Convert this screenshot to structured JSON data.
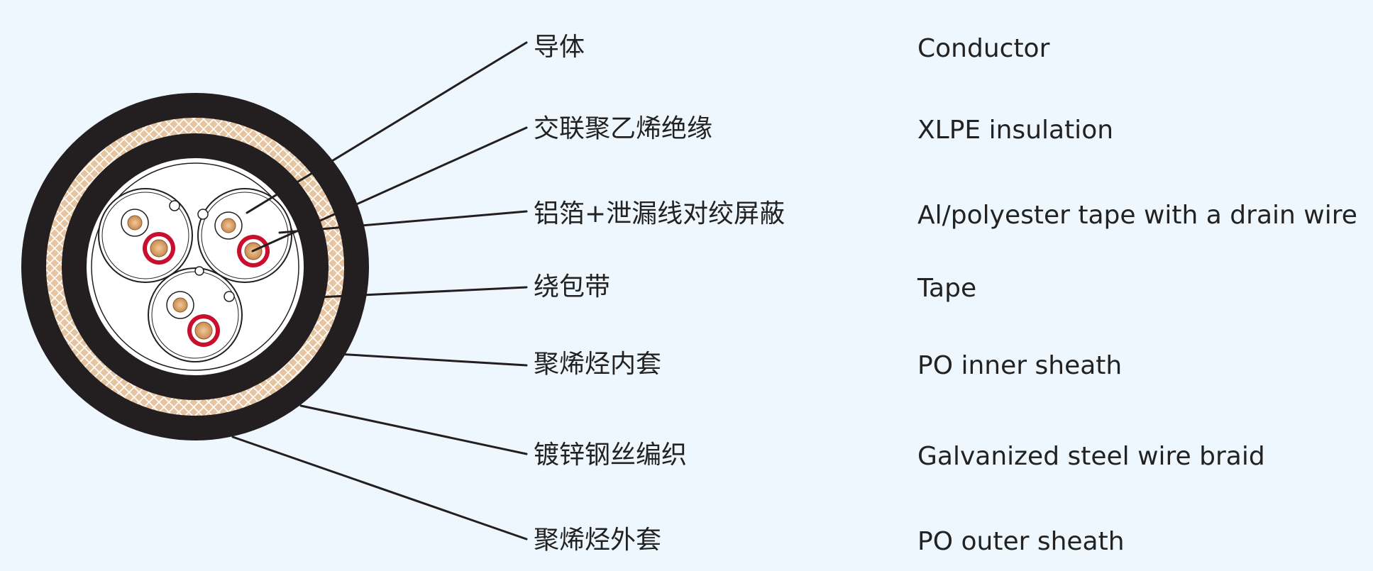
{
  "colors": {
    "background": "#eef7fd",
    "sheath": "#231f20",
    "braid": "#e8c9a8",
    "conductor_insulation": "#c8102e",
    "copper": "#d9a06b",
    "core_fill": "#ffffff"
  },
  "layers": [
    {
      "cn": "导体",
      "en": "Conductor"
    },
    {
      "cn": "交联聚乙烯绝缘",
      "en": "XLPE insulation"
    },
    {
      "cn": "铝箔+泄漏线对绞屏蔽",
      "en": "Al/polyester tape with a drain wire"
    },
    {
      "cn": "绕包带",
      "en": "Tape"
    },
    {
      "cn": "聚烯烃内套",
      "en": "PO inner sheath"
    },
    {
      "cn": "镀锌钢丝编织",
      "en": "Galvanized steel wire braid"
    },
    {
      "cn": "聚烯烃外套",
      "en": "PO outer sheath"
    }
  ]
}
